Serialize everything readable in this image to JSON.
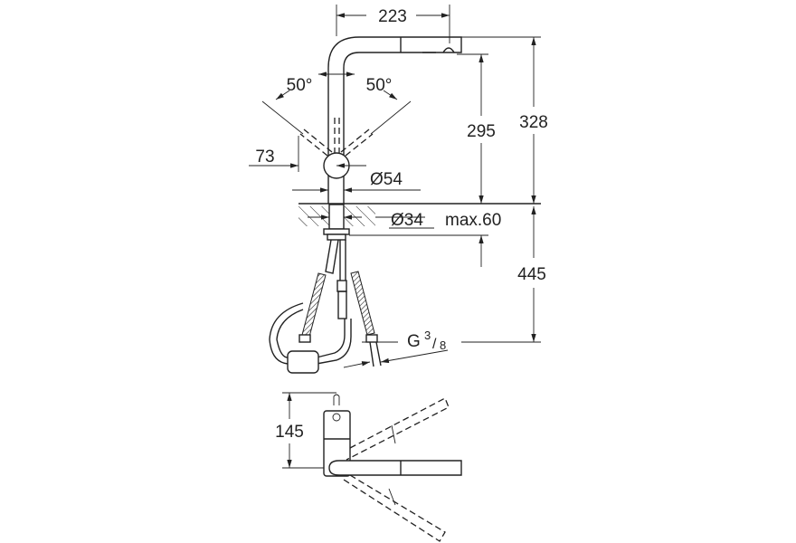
{
  "drawing": {
    "dimensions": {
      "spout_reach": "223",
      "total_height": "328",
      "spout_height": "295",
      "below_counter": "445",
      "lever_angle_left": "50°",
      "lever_angle_right": "50°",
      "lever_offset": "73",
      "body_diameter": "Ø54",
      "hole_diameter": "Ø34",
      "max_counter_thickness": "max.60",
      "connection_thread": "G",
      "thread_num": "3",
      "thread_den": "8",
      "top_view_depth": "145"
    },
    "line_color": "#222222"
  }
}
